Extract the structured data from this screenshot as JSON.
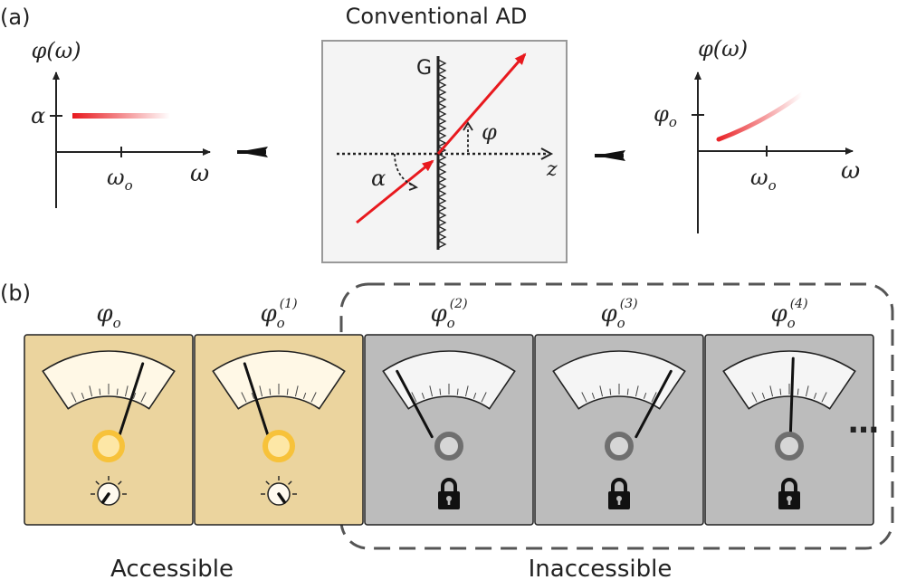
{
  "panel_a": {
    "label": "(a)",
    "title": "Conventional AD",
    "left_plot": {
      "y_label": "φ(ω)",
      "x_label": "ω",
      "y_tick": "α",
      "x_tick": "ω",
      "x_tick_sub": "o"
    },
    "center_box": {
      "grating_label": "G",
      "z_label": "z",
      "alpha_label": "α",
      "phi_label": "φ"
    },
    "right_plot": {
      "y_label": "φ(ω)",
      "x_label": "ω",
      "y_tick": "φ",
      "y_tick_sub": "o",
      "x_tick": "ω",
      "x_tick_sub": "o"
    }
  },
  "panel_b": {
    "label": "(b)",
    "meters": [
      {
        "symbol": "φ",
        "sub": "o",
        "sup": "",
        "state": "accessible"
      },
      {
        "symbol": "φ",
        "sub": "o",
        "sup": "(1)",
        "state": "accessible"
      },
      {
        "symbol": "φ",
        "sub": "o",
        "sup": "(2)",
        "state": "locked"
      },
      {
        "symbol": "φ",
        "sub": "o",
        "sup": "(3)",
        "state": "locked"
      },
      {
        "symbol": "φ",
        "sub": "o",
        "sup": "(4)",
        "state": "locked"
      }
    ],
    "ellipsis": "…",
    "accessible_label": "Accessible",
    "inaccessible_label": "Inaccessible"
  },
  "colors": {
    "accent_red": "#e8191e",
    "accessible_fill": "#ebd49e",
    "locked_fill": "#bcbcbc",
    "lamp_on": "#f7c23a",
    "lamp_off": "#6f6f6f"
  },
  "icons": [
    "arrow-right-icon",
    "lock-icon",
    "knob-icon",
    "meter-dial-icon"
  ]
}
